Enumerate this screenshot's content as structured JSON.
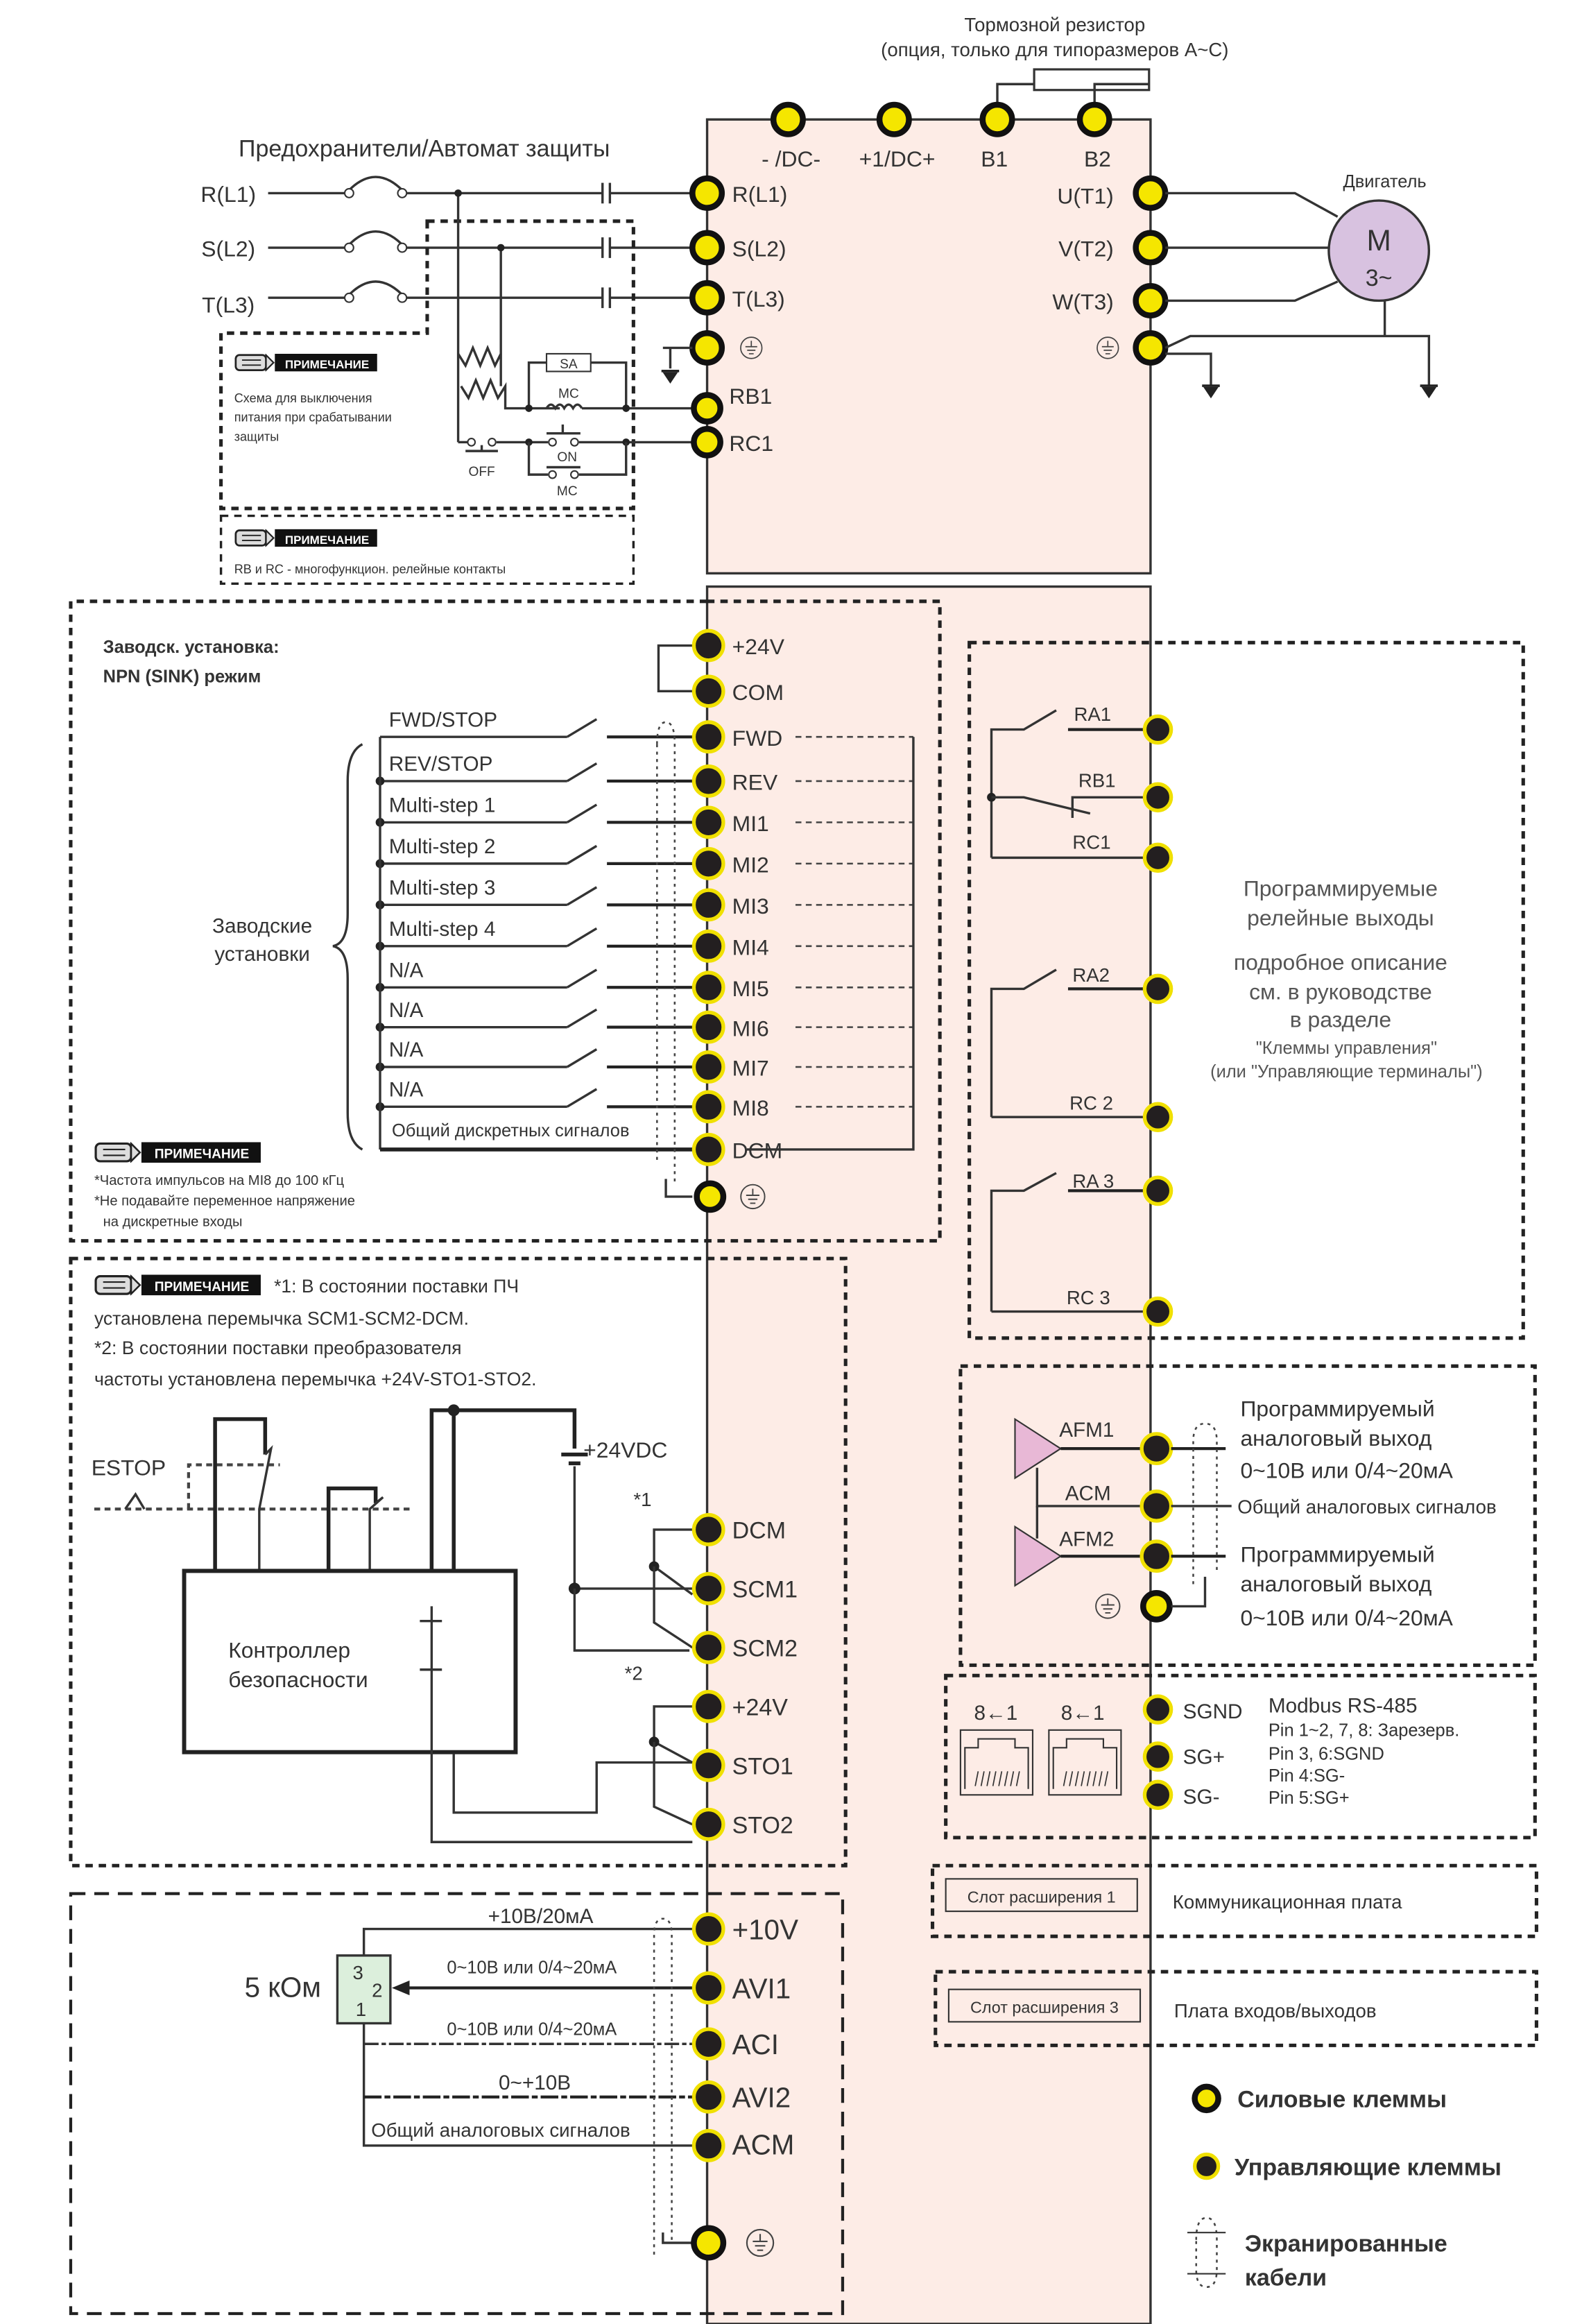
{
  "colors": {
    "inverter_body": "#fdece6",
    "power_terminal_fill": "#f5e600",
    "control_terminal_fill": "#231f20",
    "control_terminal_ring": "#f0e000",
    "motor_fill": "#d8c2e0",
    "analog_out_triangle": "#e8b8d6",
    "potentiometer_fill": "#dcefdc",
    "shutdown_circuit_bg": "#d9d9d9"
  },
  "braking": {
    "title": "Тормозной резистор",
    "subtitle": "(опция, только для типоразмеров A~C)"
  },
  "dc_terminals": [
    "- /DC-",
    "+1/DC+",
    "B1",
    "B2"
  ],
  "supply": {
    "title": "Предохранители/Автомат защиты",
    "lines": [
      "R(L1)",
      "S(L2)",
      "T(L3)"
    ],
    "inputs": [
      "R(L1)",
      "S(L2)",
      "T(L3)"
    ]
  },
  "motor": {
    "title": "Двигатель",
    "symbol": "M",
    "phase": "3~",
    "outputs": [
      "U(T1)",
      "V(T2)",
      "W(T3)"
    ]
  },
  "shutdown_circuit": {
    "note_badge": "ПРИМЕЧАНИЕ",
    "note_lines": [
      "Схема для выключения",
      "питания при срабатывании",
      "защиты"
    ],
    "sa": "SA",
    "mc": "MC",
    "on": "ON",
    "off": "OFF",
    "mc2": "MC",
    "rb": "RB1",
    "rc": "RC1"
  },
  "relay_note": {
    "badge": "ПРИМЕЧАНИЕ",
    "text": "RB и RC - многофункцион. релейные контакты"
  },
  "digital_inputs": {
    "mode_line1": "Заводск. установка:",
    "mode_line2": "NPN (SINK) режим",
    "factory_line1": "Заводские",
    "factory_line2": "установки",
    "top_terminals": [
      "+24V",
      "COM"
    ],
    "rows": [
      {
        "label": "FWD/STOP",
        "terminal": "FWD"
      },
      {
        "label": "REV/STOP",
        "terminal": "REV"
      },
      {
        "label": "Multi-step 1",
        "terminal": "MI1"
      },
      {
        "label": "Multi-step 2",
        "terminal": "MI2"
      },
      {
        "label": "Multi-step 3",
        "terminal": "MI3"
      },
      {
        "label": "Multi-step 4",
        "terminal": "MI4"
      },
      {
        "label": "N/A",
        "terminal": "MI5"
      },
      {
        "label": "N/A",
        "terminal": "MI6"
      },
      {
        "label": "N/A",
        "terminal": "MI7"
      },
      {
        "label": "N/A",
        "terminal": "MI8"
      }
    ],
    "common_label": "Общий дискретных сигналов",
    "common_terminal": "DCM",
    "note_badge": "ПРИМЕЧАНИЕ",
    "note_lines": [
      "*Частота импульсов на MI8 до 100 кГц",
      "*Не подавайте переменное напряжение",
      "на дискретные входы"
    ]
  },
  "relays": {
    "terminals": [
      "RA1",
      "RB1",
      "RC1",
      "RA2",
      "RC 2",
      "RA 3",
      "RC 3"
    ],
    "desc": [
      "Программируемые",
      "релейные выходы",
      "подробное описание",
      "см. в руководстве",
      "в разделе",
      "\"Клеммы управления\"",
      "(или \"Управляющие терминалы\")"
    ]
  },
  "sto": {
    "note_badge": "ПРИМЕЧАНИЕ",
    "note_lines": [
      "*1: В состоянии поставки ПЧ",
      "установлена перемычка SCM1-SCM2-DCM.",
      "*2: В состоянии поставки преобразователя",
      "частоты установлена перемычка +24V-STO1-STO2."
    ],
    "estop": "ESTOP",
    "supply": "+24VDC",
    "mark1": "*1",
    "mark2": "*2",
    "controller_line1": "Контроллер",
    "controller_line2": "безопасности",
    "terminals": [
      "DCM",
      "SCM1",
      "SCM2",
      "+24V",
      "STO1",
      "STO2"
    ]
  },
  "analog_out": {
    "terminals": [
      "AFM1",
      "ACM",
      "AFM2"
    ],
    "afm1_desc": [
      "Программируемый",
      "аналоговый выход",
      "0~10В или 0/4~20мА"
    ],
    "acm_desc": "Общий аналоговых сигналов",
    "afm2_desc": [
      "Программируемый",
      "аналоговый выход",
      "0~10В или 0/4~20мА"
    ]
  },
  "rs485": {
    "port_labels": [
      "8←1",
      "8←1"
    ],
    "terminals": [
      "SGND",
      "SG+",
      "SG-"
    ],
    "desc": [
      "Modbus RS-485",
      "Pin 1~2, 7, 8: Зарезерв.",
      "Pin 3, 6:SGND",
      "Pin 4:SG-",
      "Pin 5:SG+"
    ]
  },
  "slots": [
    {
      "slot": "Слот расширения 1",
      "desc": "Коммуникационная плата"
    },
    {
      "slot": "Слот расширения 3",
      "desc": "Плата входов/выходов"
    }
  ],
  "analog_in": {
    "pot": "5 кОм",
    "pins": [
      "3",
      "2",
      "1"
    ],
    "wires": [
      "+10В/20мА",
      "0~10В или 0/4~20мА",
      "0~10В или 0/4~20мА",
      "0~+10В",
      "Общий аналоговых сигналов"
    ],
    "terminals": [
      "+10V",
      "AVI1",
      "ACI",
      "AVI2",
      "ACM"
    ]
  },
  "legend": {
    "power": "Силовые клеммы",
    "control": "Управляющие клеммы",
    "shield_line1": "Экранированные",
    "shield_line2": "кабели"
  }
}
